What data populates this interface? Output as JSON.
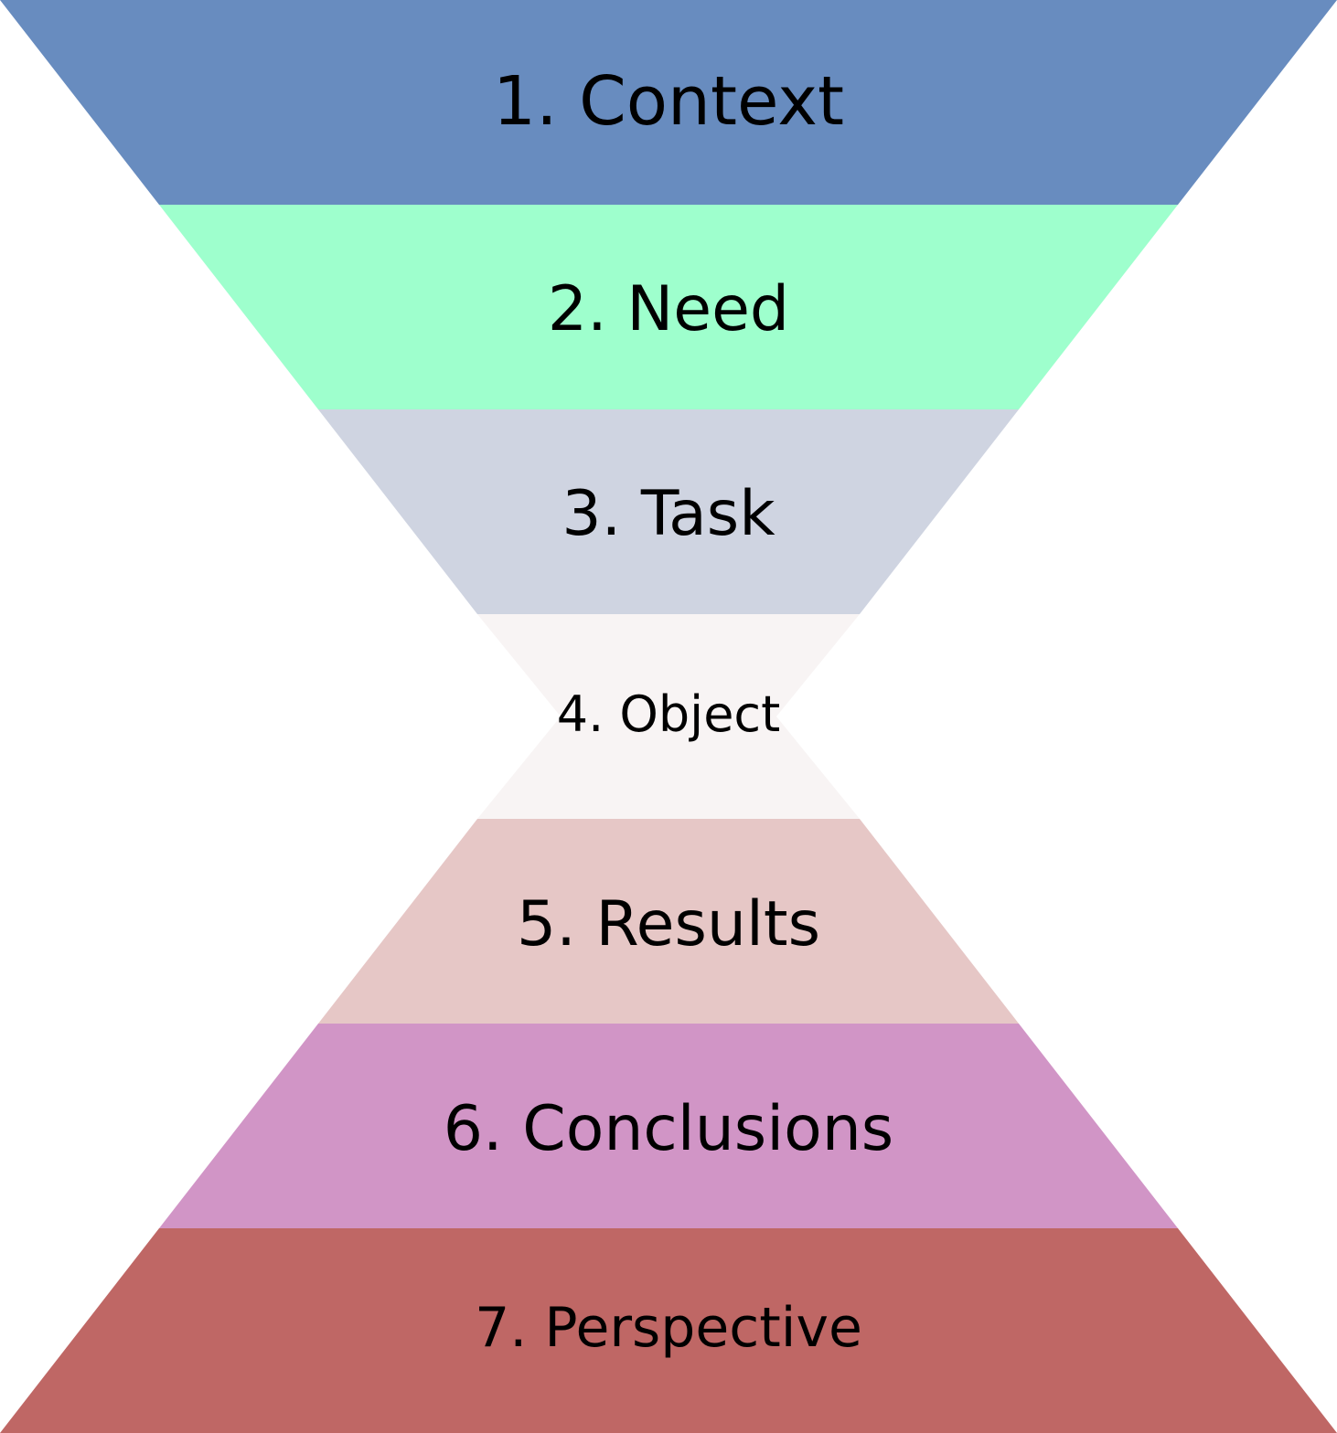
{
  "layers": [
    {
      "label": "1. Context",
      "color": "#688cbf"
    },
    {
      "label": "2. Need",
      "color": "#9effcd"
    },
    {
      "label": "3. Task",
      "color": "#cfd4e1"
    },
    {
      "label": "4. Object",
      "color": "#f8f4f4"
    },
    {
      "label": "5. Results",
      "color": "#e6c7c6"
    },
    {
      "label": "6. Conclusions",
      "color": "#d195c6"
    },
    {
      "label": "7. Perspective",
      "color": "#bf6765"
    }
  ]
}
